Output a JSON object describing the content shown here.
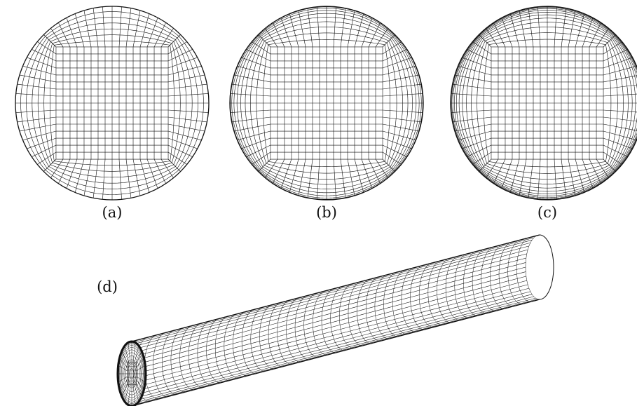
{
  "figure": {
    "panels": [
      {
        "id": "a",
        "label": "(a)",
        "kind": "cross-section",
        "boundary_refinement": "none"
      },
      {
        "id": "b",
        "label": "(b)",
        "kind": "cross-section",
        "boundary_refinement": "moderate"
      },
      {
        "id": "c",
        "label": "(c)",
        "kind": "cross-section",
        "boundary_refinement": "dense"
      },
      {
        "id": "d",
        "label": "(d)",
        "kind": "3d-pipe"
      }
    ],
    "colors": {
      "line": "#111111",
      "background": "#ffffff"
    }
  }
}
